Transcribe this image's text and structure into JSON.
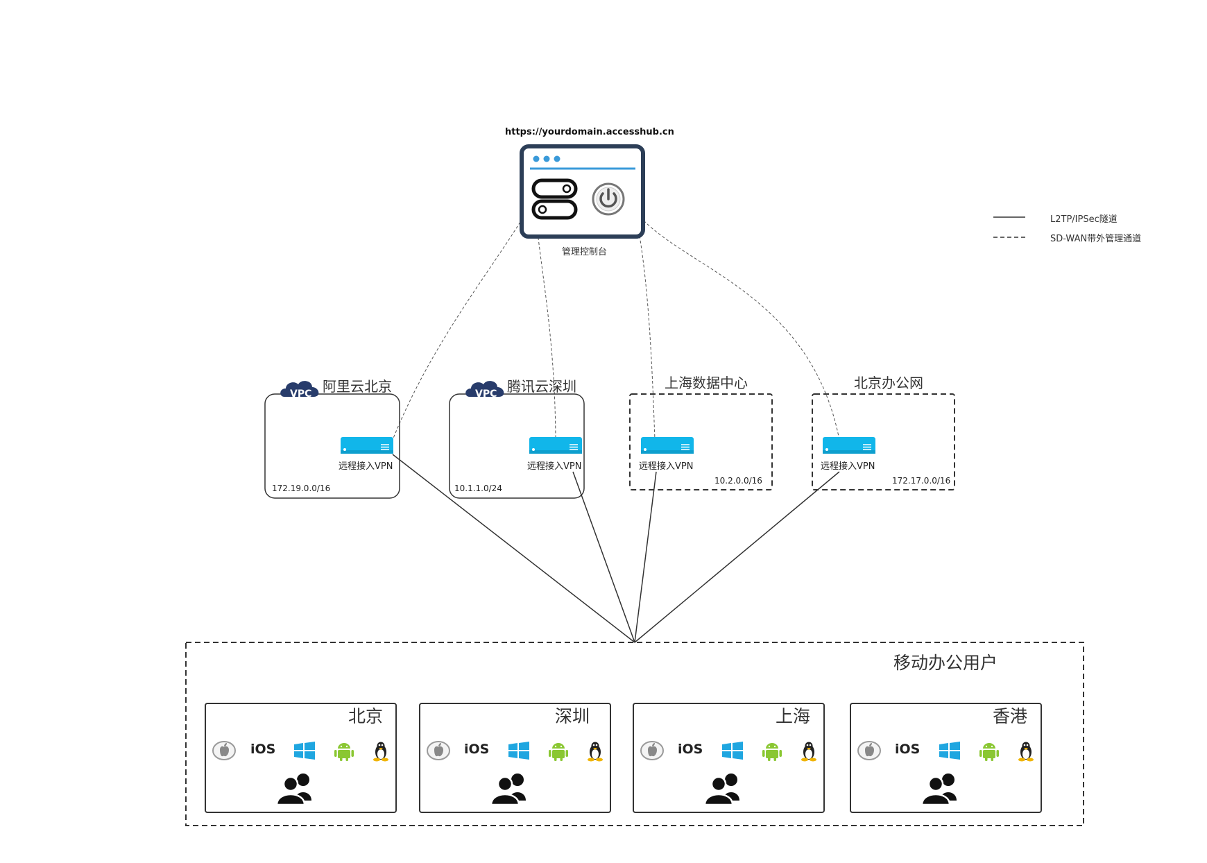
{
  "console": {
    "url": "https://yourdomain.accesshub.cn",
    "label": "管理控制台"
  },
  "legend": {
    "solid": "L2TP/IPSec隧道",
    "dashed": "SD-WAN带外管理通道"
  },
  "sites": [
    {
      "title": "阿里云北京",
      "badge": "VPC",
      "vpn": "远程接入VPN",
      "cidr": "172.19.0.0/16"
    },
    {
      "title": "腾讯云深圳",
      "badge": "VPC",
      "vpn": "远程接入VPN",
      "cidr": "10.1.1.0/24"
    },
    {
      "title": "上海数据中心",
      "vpn": "远程接入VPN",
      "cidr": "10.2.0.0/16"
    },
    {
      "title": "北京办公网",
      "vpn": "远程接入VPN",
      "cidr": "172.17.0.0/16"
    }
  ],
  "mobile": {
    "title": "移动办公用户",
    "groups": [
      {
        "city": "北京"
      },
      {
        "city": "深圳"
      },
      {
        "city": "上海"
      },
      {
        "city": "香港"
      }
    ],
    "os_label": "iOS",
    "icons": [
      "apple-icon",
      "ios-text",
      "windows-icon",
      "android-icon",
      "linux-icon",
      "users-icon"
    ]
  },
  "colors": {
    "vpn_device": "#11b6ea",
    "vpc_cloud": "#283c6b",
    "console_border": "#2c3e57",
    "console_accent": "#3a9ad9",
    "windows": "#1fa6e0",
    "android": "#8ac732"
  }
}
